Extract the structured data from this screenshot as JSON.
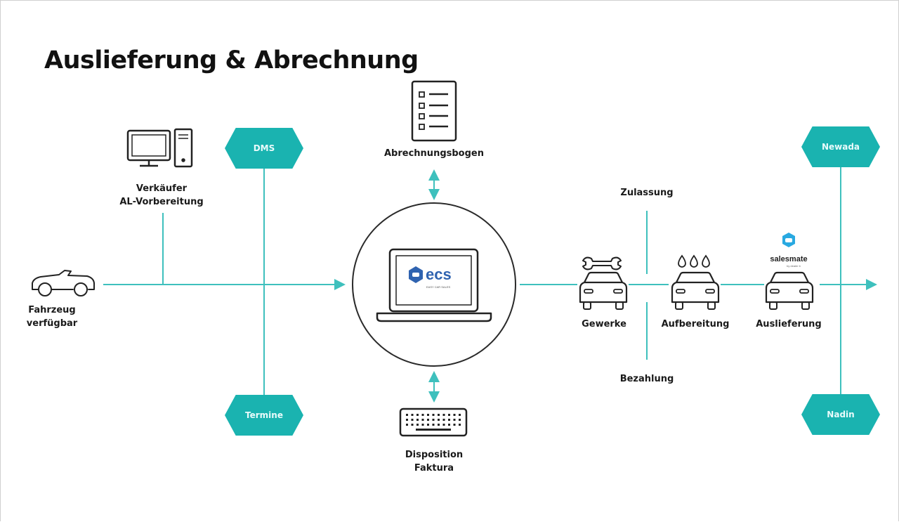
{
  "title": "Auslieferung & Abrechnung",
  "nodes": {
    "fahrzeug": [
      "Fahrzeug",
      "verfügbar"
    ],
    "verkaeufer": [
      "Verkäufer",
      "AL-Vorbereitung"
    ],
    "abrechnungsbogen": "Abrechnungsbogen",
    "disposition": [
      "Disposition",
      "Faktura"
    ],
    "zulassung": "Zulassung",
    "bezahlung": "Bezahlung",
    "gewerke": "Gewerke",
    "aufbereitung": "Aufbereitung",
    "auslieferung": "Auslieferung"
  },
  "systems": {
    "dms": "DMS",
    "termine": "Termine",
    "newada": "Newada",
    "nadin": "Nadin"
  },
  "ecs_logo": {
    "text": "ecs",
    "subtext": "EASY CAR SALES"
  },
  "salesmate_logo": {
    "text": "salesmate",
    "subtext": "by dealer b"
  },
  "colors": {
    "accent": "#1ab3b0",
    "line": "#3ec0bd",
    "ink": "#222222",
    "logo_blue": "#2f63b0"
  },
  "icons": [
    "convertible-car-icon",
    "desktop-computer-icon",
    "checklist-document-icon",
    "laptop-icon",
    "keyboard-icon",
    "wrench-icon",
    "car-icon",
    "water-drops-icon",
    "salesmate-logo-icon",
    "arrow-icon"
  ]
}
